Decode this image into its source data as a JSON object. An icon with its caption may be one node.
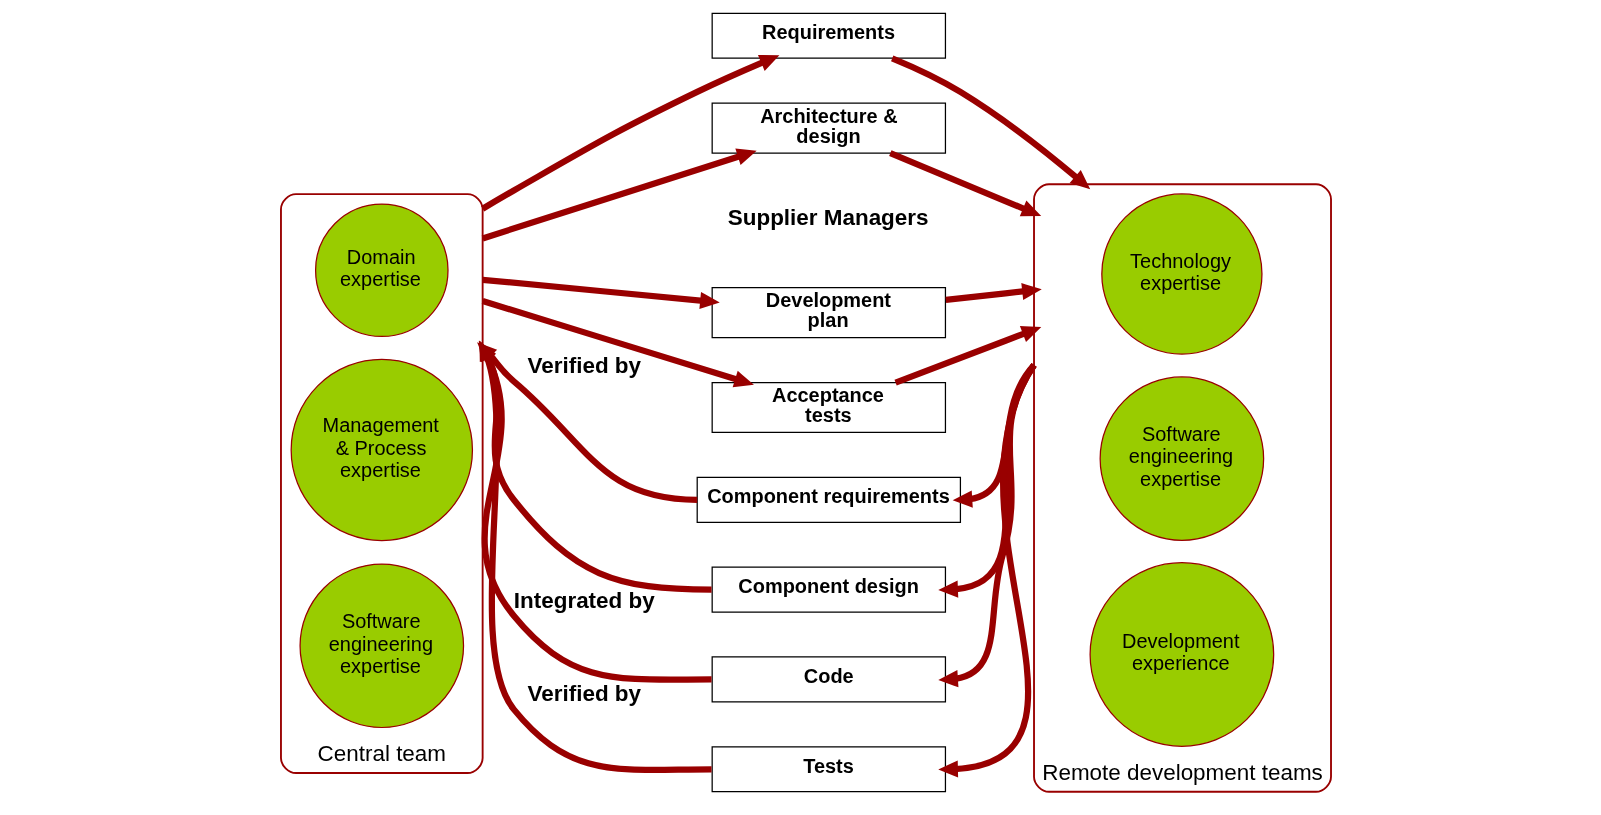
{
  "diagram": {
    "nodes": [
      {
        "text": [
          "Central team"
        ]
      },
      {
        "text": [
          "Domain expertise"
        ],
        "in": 0
      },
      {
        "text": [
          "Management & Process expertise"
        ],
        "in": 0
      },
      {
        "text": [
          "Software engineering expertise"
        ],
        "in": 0
      },
      {
        "text": [
          "Requirements"
        ]
      },
      {
        "text": [
          "Architecture & design"
        ]
      },
      {
        "text": [
          "Development plan"
        ]
      },
      {
        "text": [
          "Acceptance tests"
        ]
      },
      {
        "text": [
          "Remote development teams"
        ]
      },
      {
        "text": [
          "Technology expertise"
        ],
        "in": 8
      },
      {
        "text": [
          "Software engineering expertise"
        ],
        "in": 8
      },
      {
        "text": [
          "Development experience"
        ],
        "in": 8
      },
      {
        "text": [
          "Component requirements"
        ]
      },
      {
        "text": [
          "Component design"
        ]
      },
      {
        "text": [
          "Code"
        ]
      },
      {
        "text": [
          "Tests"
        ]
      }
    ],
    "edges": [
      {
        "from": 0,
        "to": 4,
        "arrow": "to"
      },
      {
        "from": 0,
        "to": 5,
        "arrow": "to"
      },
      {
        "from": 0,
        "to": 6,
        "arrow": "to"
      },
      {
        "from": 0,
        "to": 7,
        "arrow": "to"
      },
      {
        "from": 4,
        "to": 8,
        "arrow": "to"
      },
      {
        "from": 5,
        "to": 8,
        "arrow": "to"
      },
      {
        "from": 6,
        "to": 8,
        "arrow": "to"
      },
      {
        "from": 7,
        "to": 8,
        "arrow": "to"
      },
      {
        "from": 8,
        "to": 12,
        "arrow": "to"
      },
      {
        "from": 8,
        "to": 13,
        "arrow": "to"
      },
      {
        "from": 8,
        "to": 14,
        "arrow": "to"
      },
      {
        "from": 8,
        "to": 15,
        "arrow": "to"
      },
      {
        "from": 12,
        "to": 0,
        "arrow": "to",
        "label": "Verified by"
      },
      {
        "from": 13,
        "to": 0,
        "arrow": "to"
      },
      {
        "from": 14,
        "to": 0,
        "arrow": "to",
        "label": "Integrated by"
      },
      {
        "from": 15,
        "to": 0,
        "arrow": "to",
        "label": "Verified by"
      }
    ],
    "labels": [
      "Supplier Managers"
    ]
  }
}
